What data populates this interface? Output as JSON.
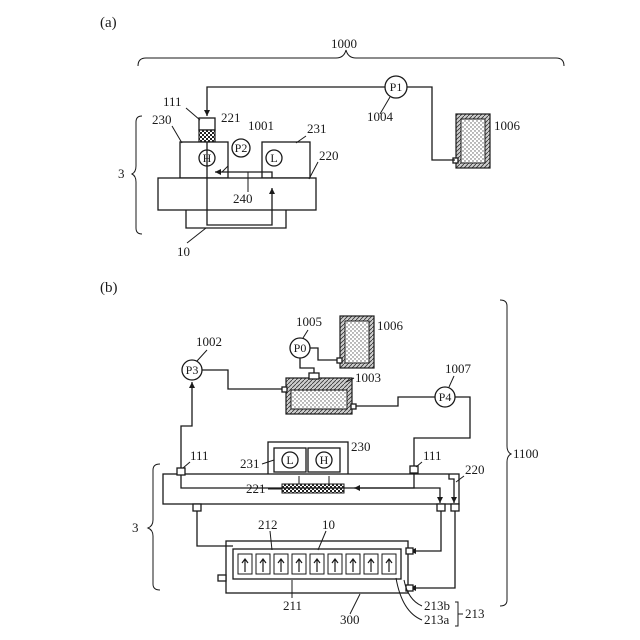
{
  "panel_a": {
    "label": "(a)",
    "refs": {
      "system": "1000",
      "pump1": "P1",
      "pump1_ref": "1004",
      "tank": "1006",
      "block": "111",
      "block_ref": "221",
      "unit_left": "230",
      "pump2": "P2",
      "pump2_ref": "1001",
      "unit_right": "231",
      "h": "H",
      "l": "L",
      "plate": "220",
      "channel": "240",
      "assembly": "3",
      "substrate": "10"
    }
  },
  "panel_b": {
    "label": "(b)",
    "refs": {
      "p0_ref": "1005",
      "p0": "P0",
      "tank": "1006",
      "p3_ref": "1002",
      "p3": "P3",
      "reservoir": "1003",
      "p4_ref": "1007",
      "p4": "P4",
      "system": "1100",
      "port_left": "111",
      "port_right": "111",
      "unit": "230",
      "unit2": "231",
      "l": "L",
      "h": "H",
      "plate": "220",
      "heater": "221",
      "assembly": "3",
      "row": "212",
      "substrate": "10",
      "lower": "211",
      "base": "300",
      "nozzle_b": "213b",
      "nozzle_a": "213a",
      "nozzle": "213"
    }
  }
}
